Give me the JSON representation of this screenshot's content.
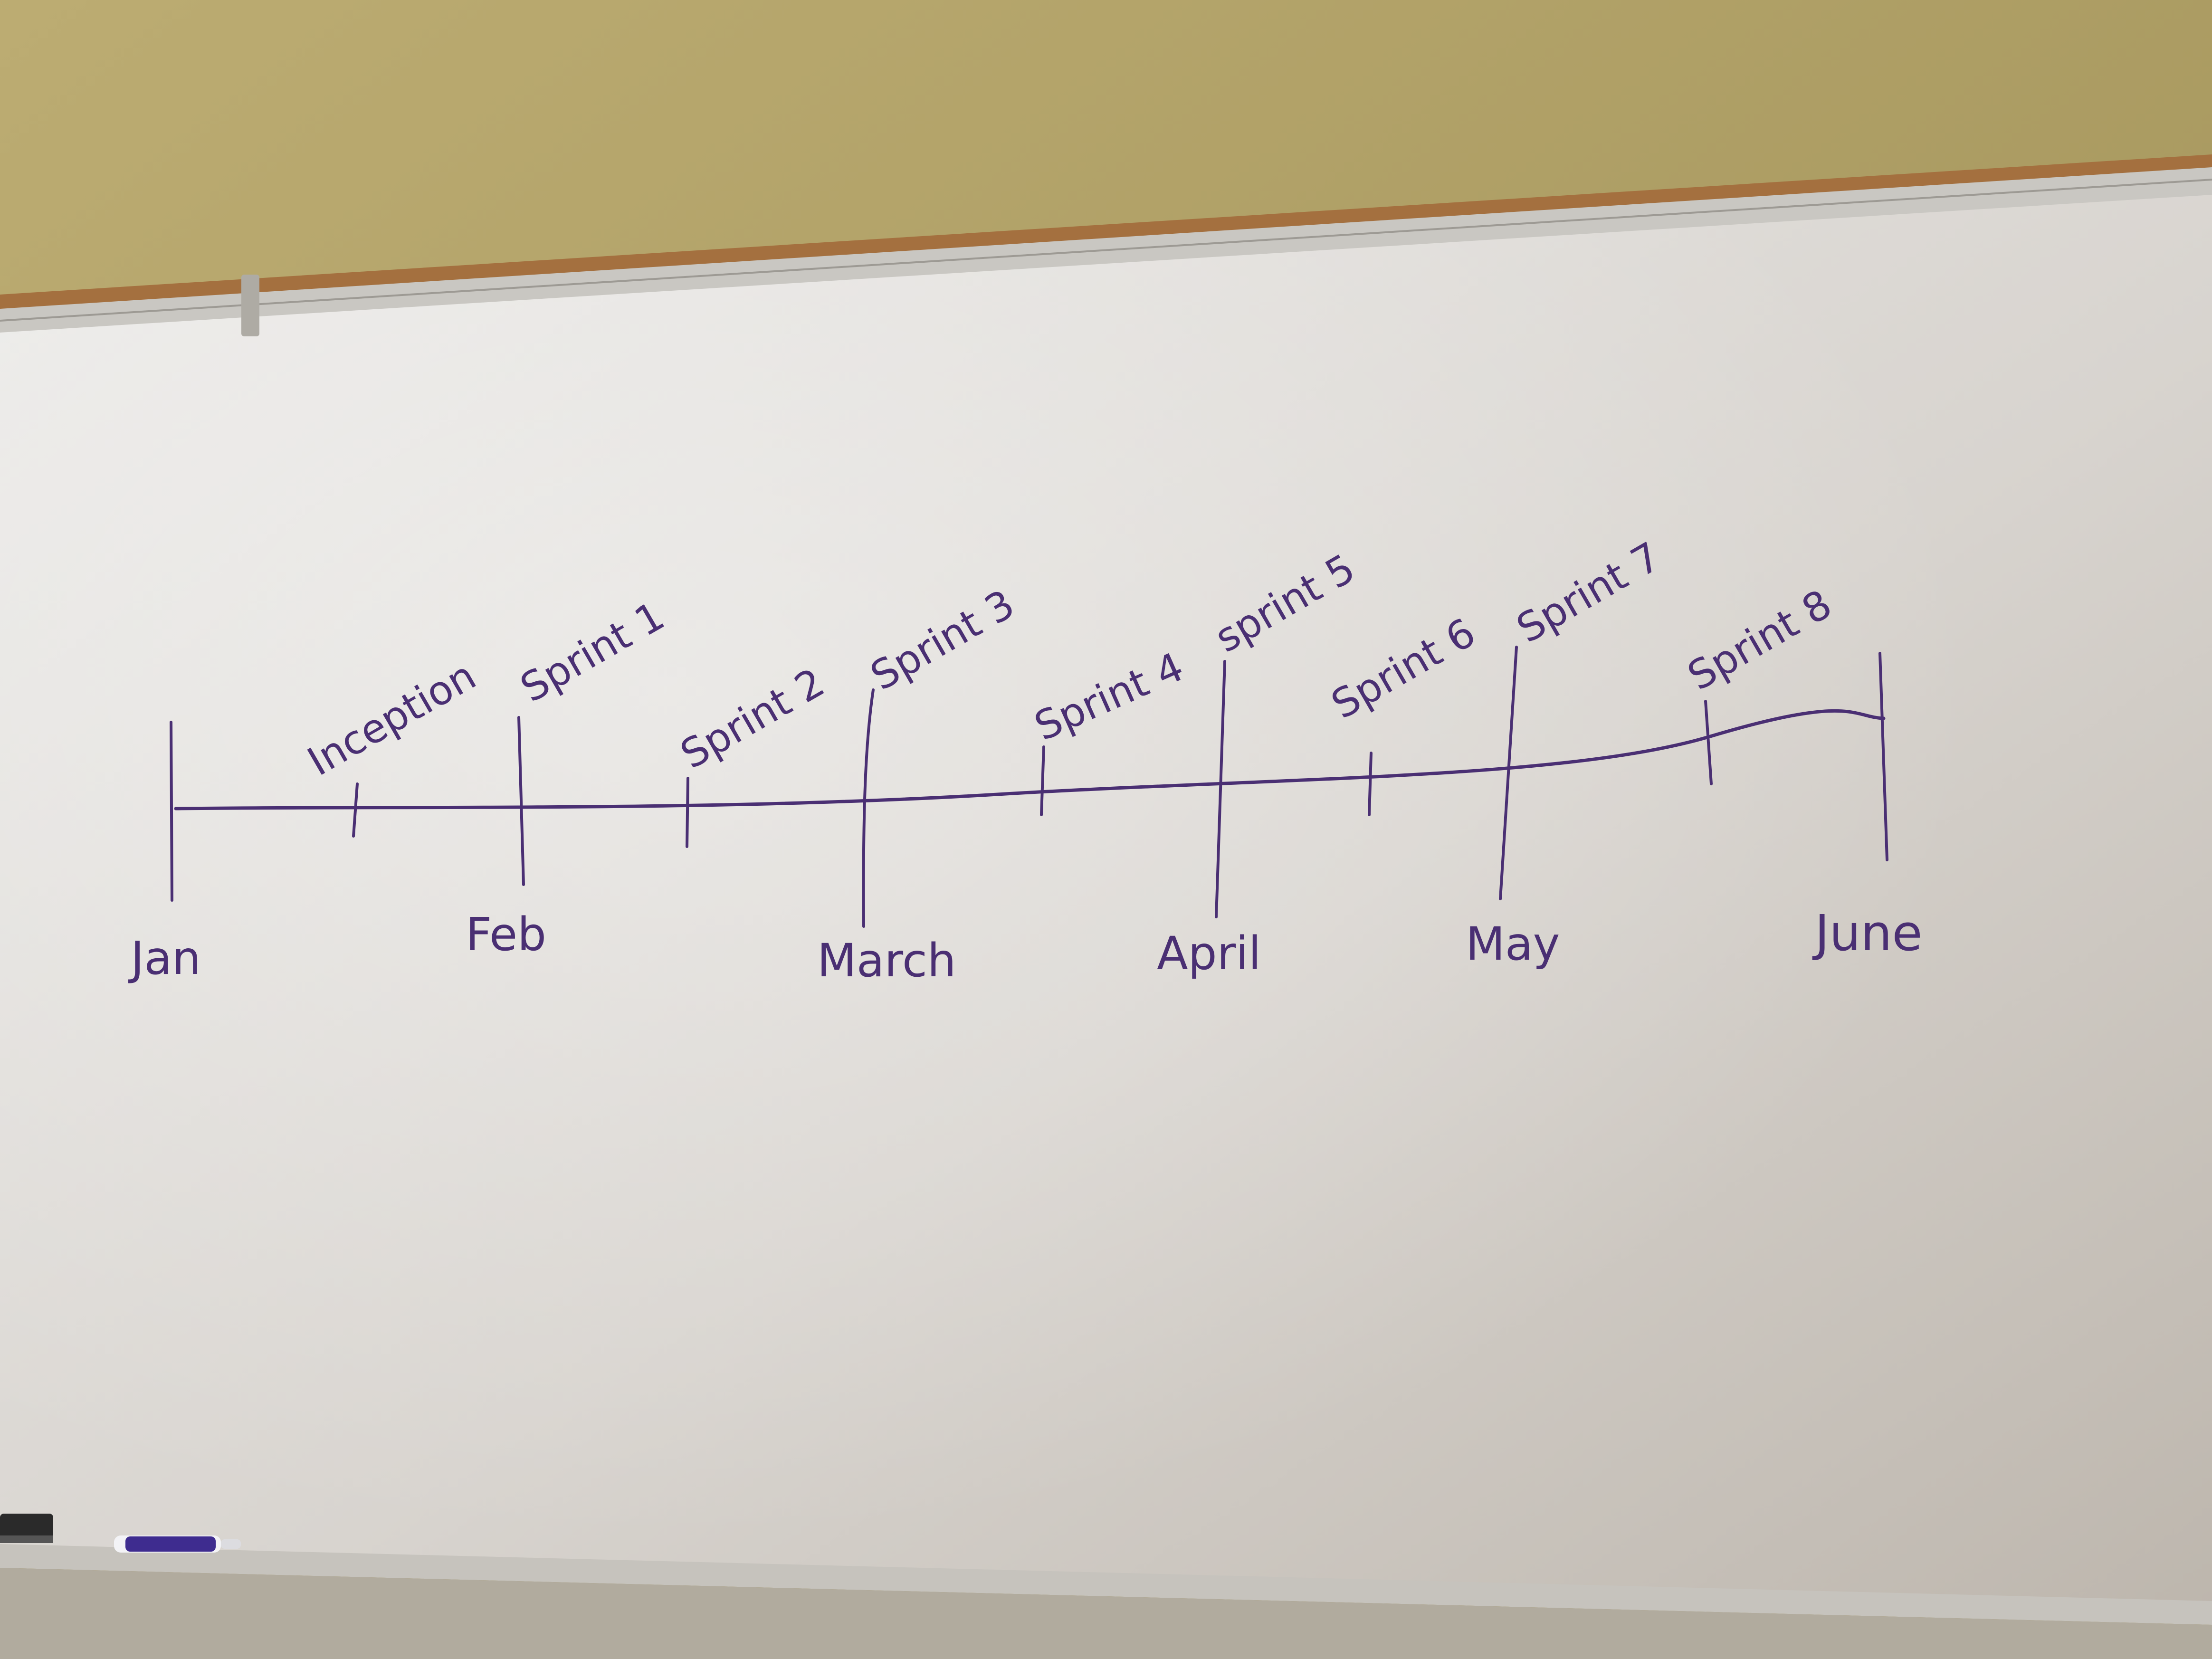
{
  "timeline": {
    "months": [
      "Jan",
      "Feb",
      "March",
      "April",
      "May",
      "June"
    ],
    "phases": [
      "Inception",
      "Sprint 1",
      "Sprint 2",
      "Sprint 3",
      "Sprint 4",
      "sprint 5",
      "Sprint 6",
      "Sprint 7",
      "Sprint 8"
    ]
  },
  "colors": {
    "wall": "#b5a56a",
    "board": "#e3e0dc",
    "marker_ink": "#4a2f73",
    "frame": "#c9c7c2",
    "cork_strip": "#a4703f"
  },
  "icons": {
    "eraser": "whiteboard-eraser-icon",
    "marker": "expo-marker-icon"
  }
}
